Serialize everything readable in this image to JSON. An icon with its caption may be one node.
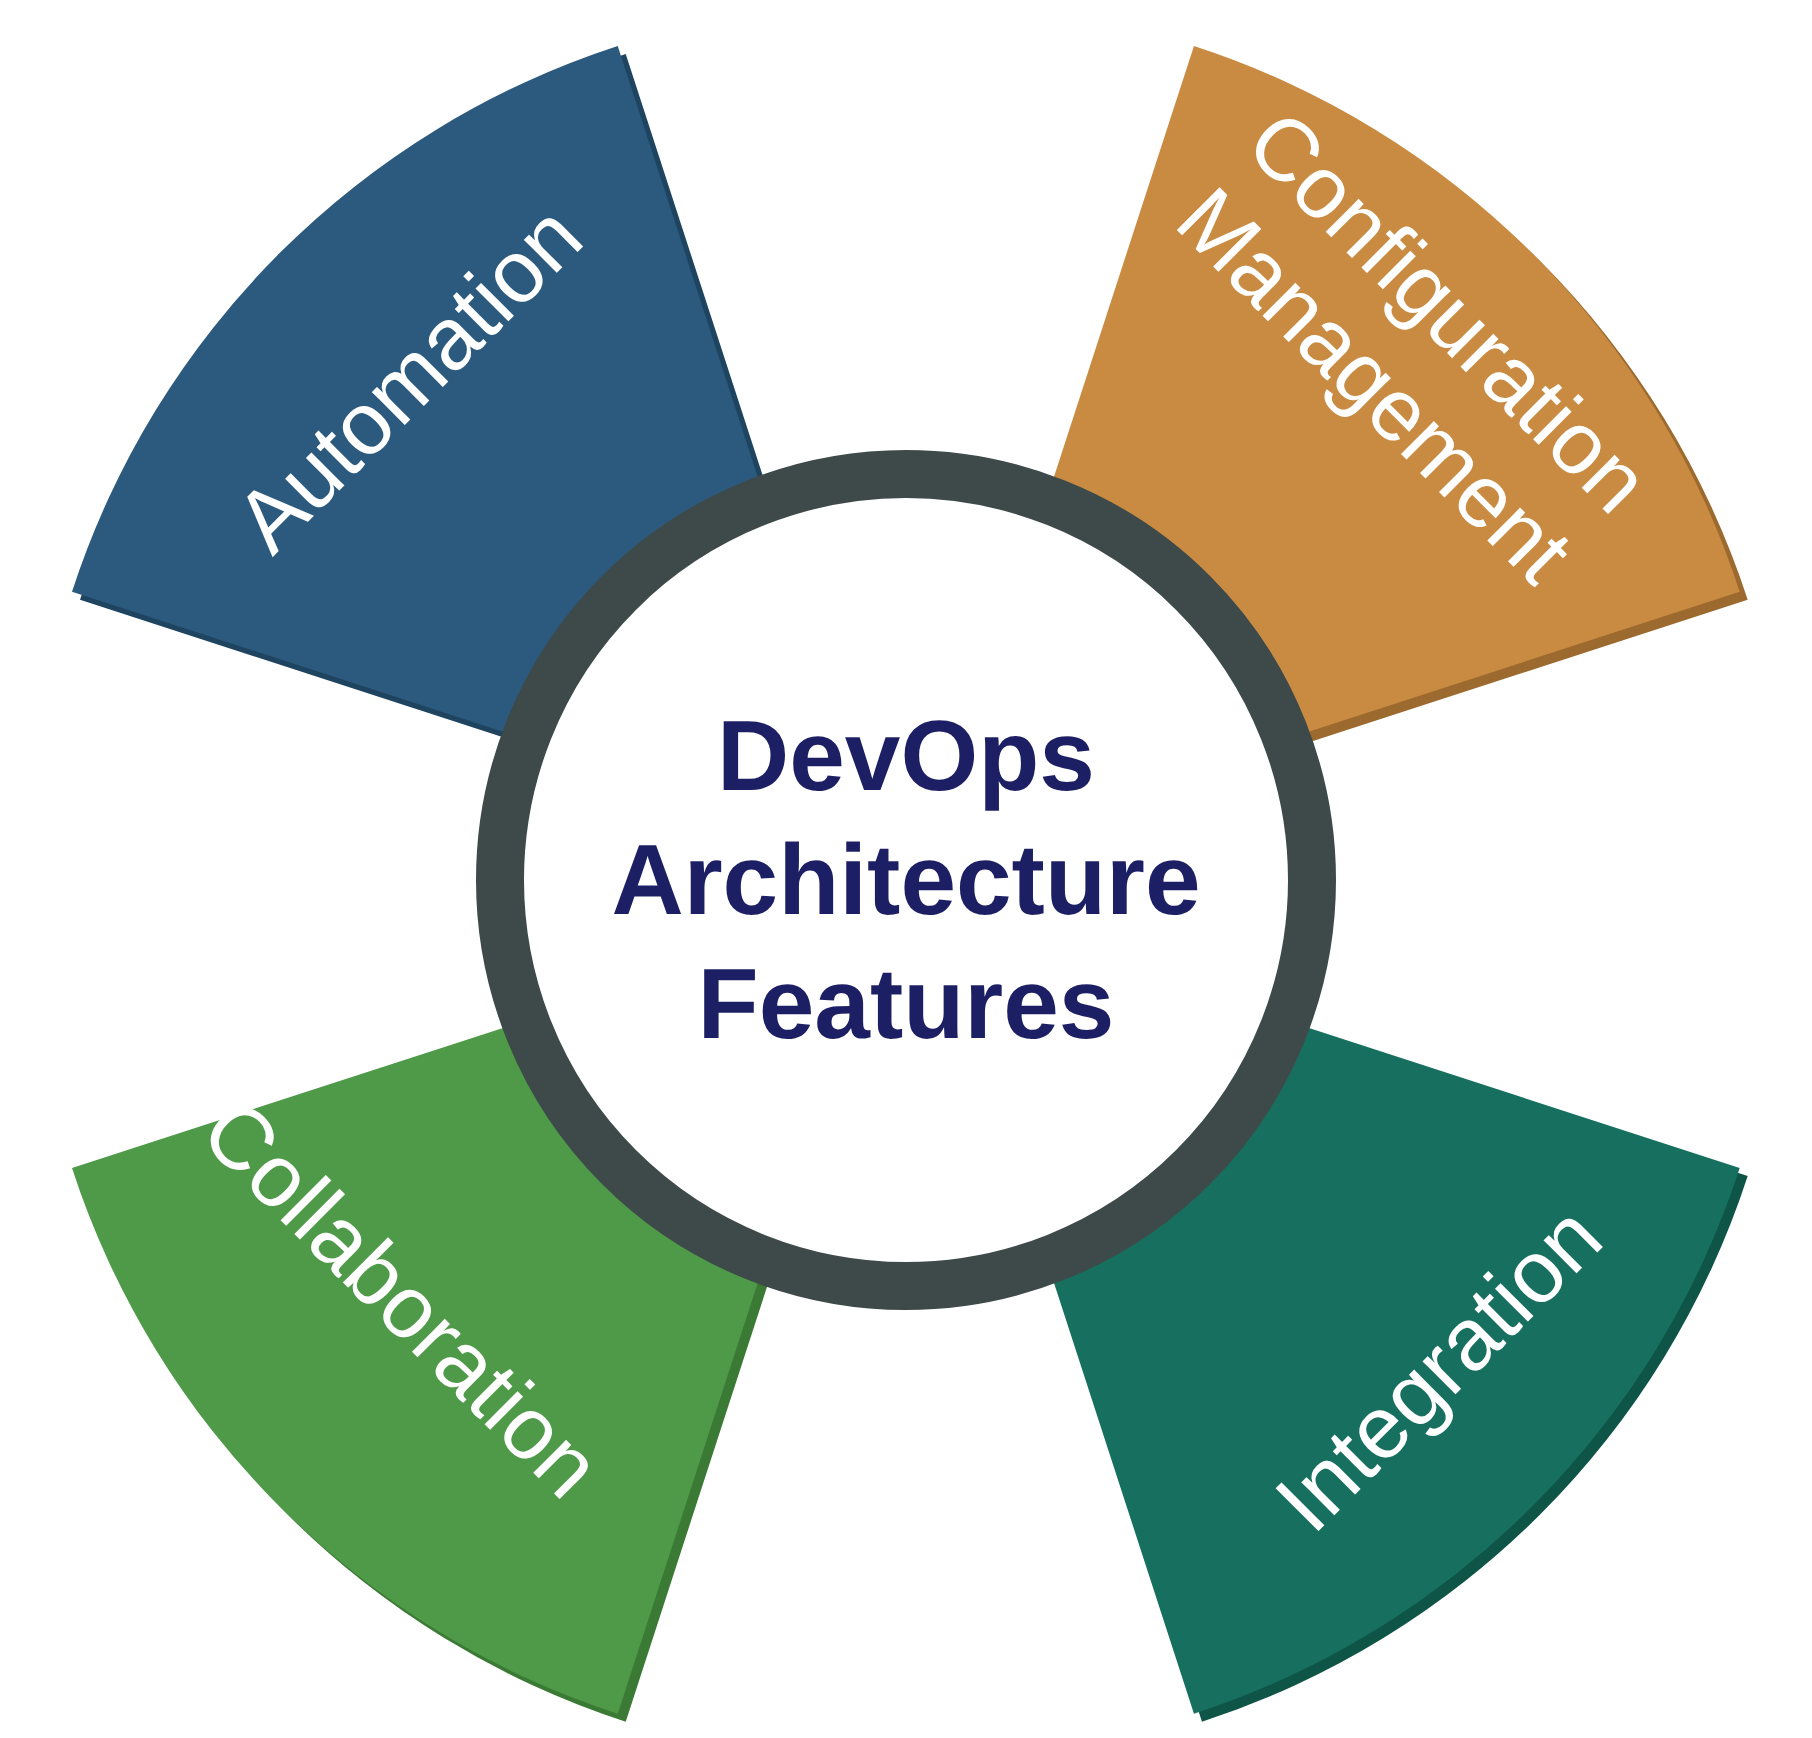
{
  "diagram": {
    "nodes": [
      {
        "text": [
          "Automation"
        ]
      },
      {
        "text": [
          "Configuration Management"
        ]
      },
      {
        "text": [
          "DevOps Architecture Features"
        ]
      },
      {
        "text": [
          "Collaboration"
        ]
      },
      {
        "text": [
          "Integration"
        ]
      }
    ]
  }
}
